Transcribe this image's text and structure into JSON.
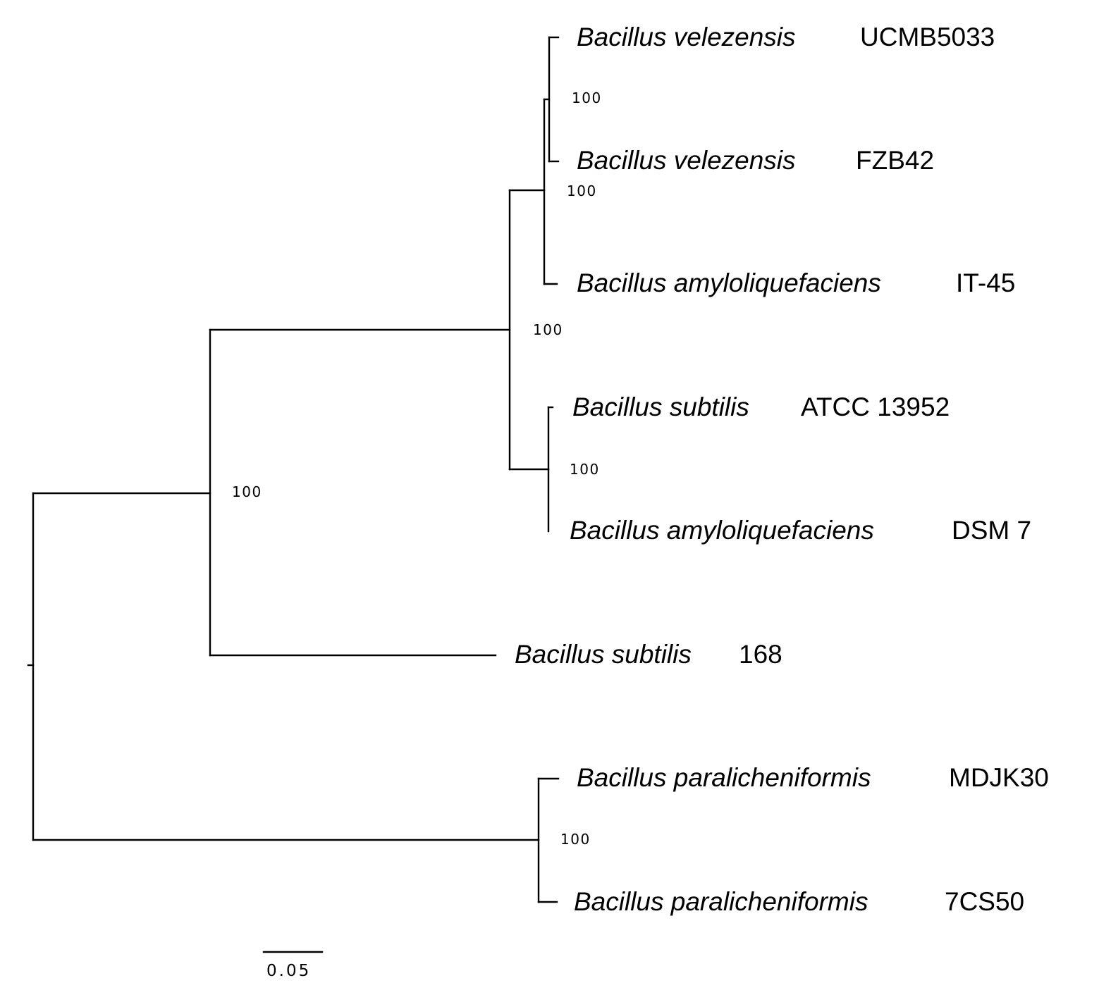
{
  "taxa": [
    {
      "species": "Bacillus velezensis",
      "strain": "UCMB5033"
    },
    {
      "species": "Bacillus velezensis",
      "strain": "FZB42"
    },
    {
      "species": "Bacillus amyloliquefaciens",
      "strain": "IT-45"
    },
    {
      "species": "Bacillus subtilis",
      "strain": "ATCC 13952"
    },
    {
      "species": "Bacillus amyloliquefaciens",
      "strain": "DSM 7"
    },
    {
      "species": "Bacillus subtilis",
      "strain": "168"
    },
    {
      "species": "Bacillus paralicheniformis",
      "strain": "MDJK30"
    },
    {
      "species": "Bacillus paralicheniformis",
      "strain": "7CS50"
    }
  ],
  "bootstrap": {
    "velezensis_clade": "100",
    "amyloliquefaciens_clade": "100",
    "operational_group": "100",
    "subtilis_clade": "100",
    "subtilis_group": "100",
    "paralicheniformis_clade": "100"
  },
  "scale_bar": {
    "label": "0.05",
    "value": 0.05
  },
  "colors": {
    "line": "#000000",
    "text": "#000000",
    "background": "#ffffff"
  }
}
